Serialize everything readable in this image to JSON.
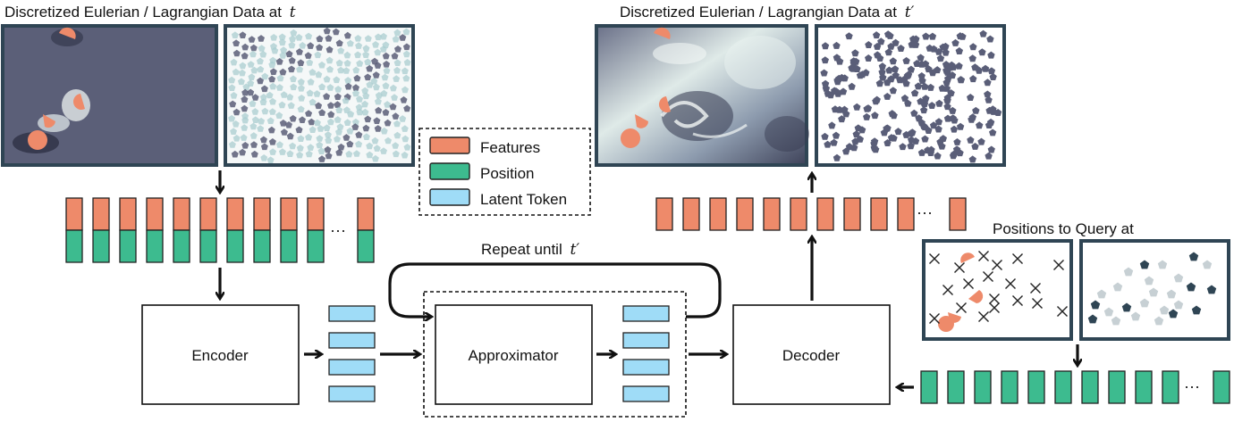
{
  "titles": {
    "left": "Discretized Eulerian / Lagrangian Data at",
    "left_var": "t",
    "right": "Discretized Eulerian / Lagrangian Data at",
    "right_var": "t′"
  },
  "legend": {
    "items": [
      {
        "label": "Features",
        "color": "#ee8a6a"
      },
      {
        "label": "Position",
        "color": "#3dbb8f"
      },
      {
        "label": "Latent Token",
        "color": "#9fdcf7"
      }
    ]
  },
  "blocks": {
    "encoder": "Encoder",
    "approximator": "Approximator",
    "decoder": "Decoder"
  },
  "loop": {
    "label": "Repeat until",
    "var": "t′"
  },
  "query": {
    "title": "Positions to Query at"
  },
  "ellipsis": "···",
  "colors": {
    "feature": "#ee8a6a",
    "position": "#3dbb8f",
    "latent": "#9fdcf7",
    "frame": "#2f4554",
    "field_dark": "#555a72",
    "particle_light": "#a9cdd0",
    "particle_dark": "#5a5e78",
    "query_dark": "#2f4554",
    "query_light": "#c7d0d4"
  }
}
